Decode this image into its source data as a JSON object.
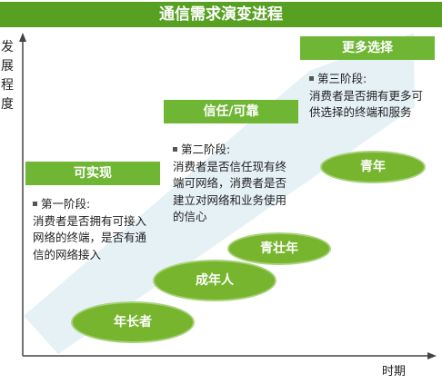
{
  "title": "通信需求演变进程",
  "y_axis_label": "发展程度",
  "x_axis_label": "时期",
  "stages": [
    {
      "header": "可实现",
      "label": "第一阶段:",
      "text": "消费者是否拥有可接入网络的终端，是否有通信的网络接入"
    },
    {
      "header": "信任/可靠",
      "label": "第二阶段:",
      "text": "消费者是否信任现有终端可网络，消费者是否建立对网络和业务使用的信心"
    },
    {
      "header": "更多选择",
      "label": "第三阶段:",
      "text": "消费者是否拥有更多可供选择的终端和服务"
    }
  ],
  "age_groups": [
    "年长者",
    "成年人",
    "青壮年",
    "青年"
  ],
  "colors": {
    "header_green": "#57a022",
    "stage_green": "#70b635",
    "oval_green": "#77b52e",
    "arrow_band": "#e3f0f5"
  }
}
